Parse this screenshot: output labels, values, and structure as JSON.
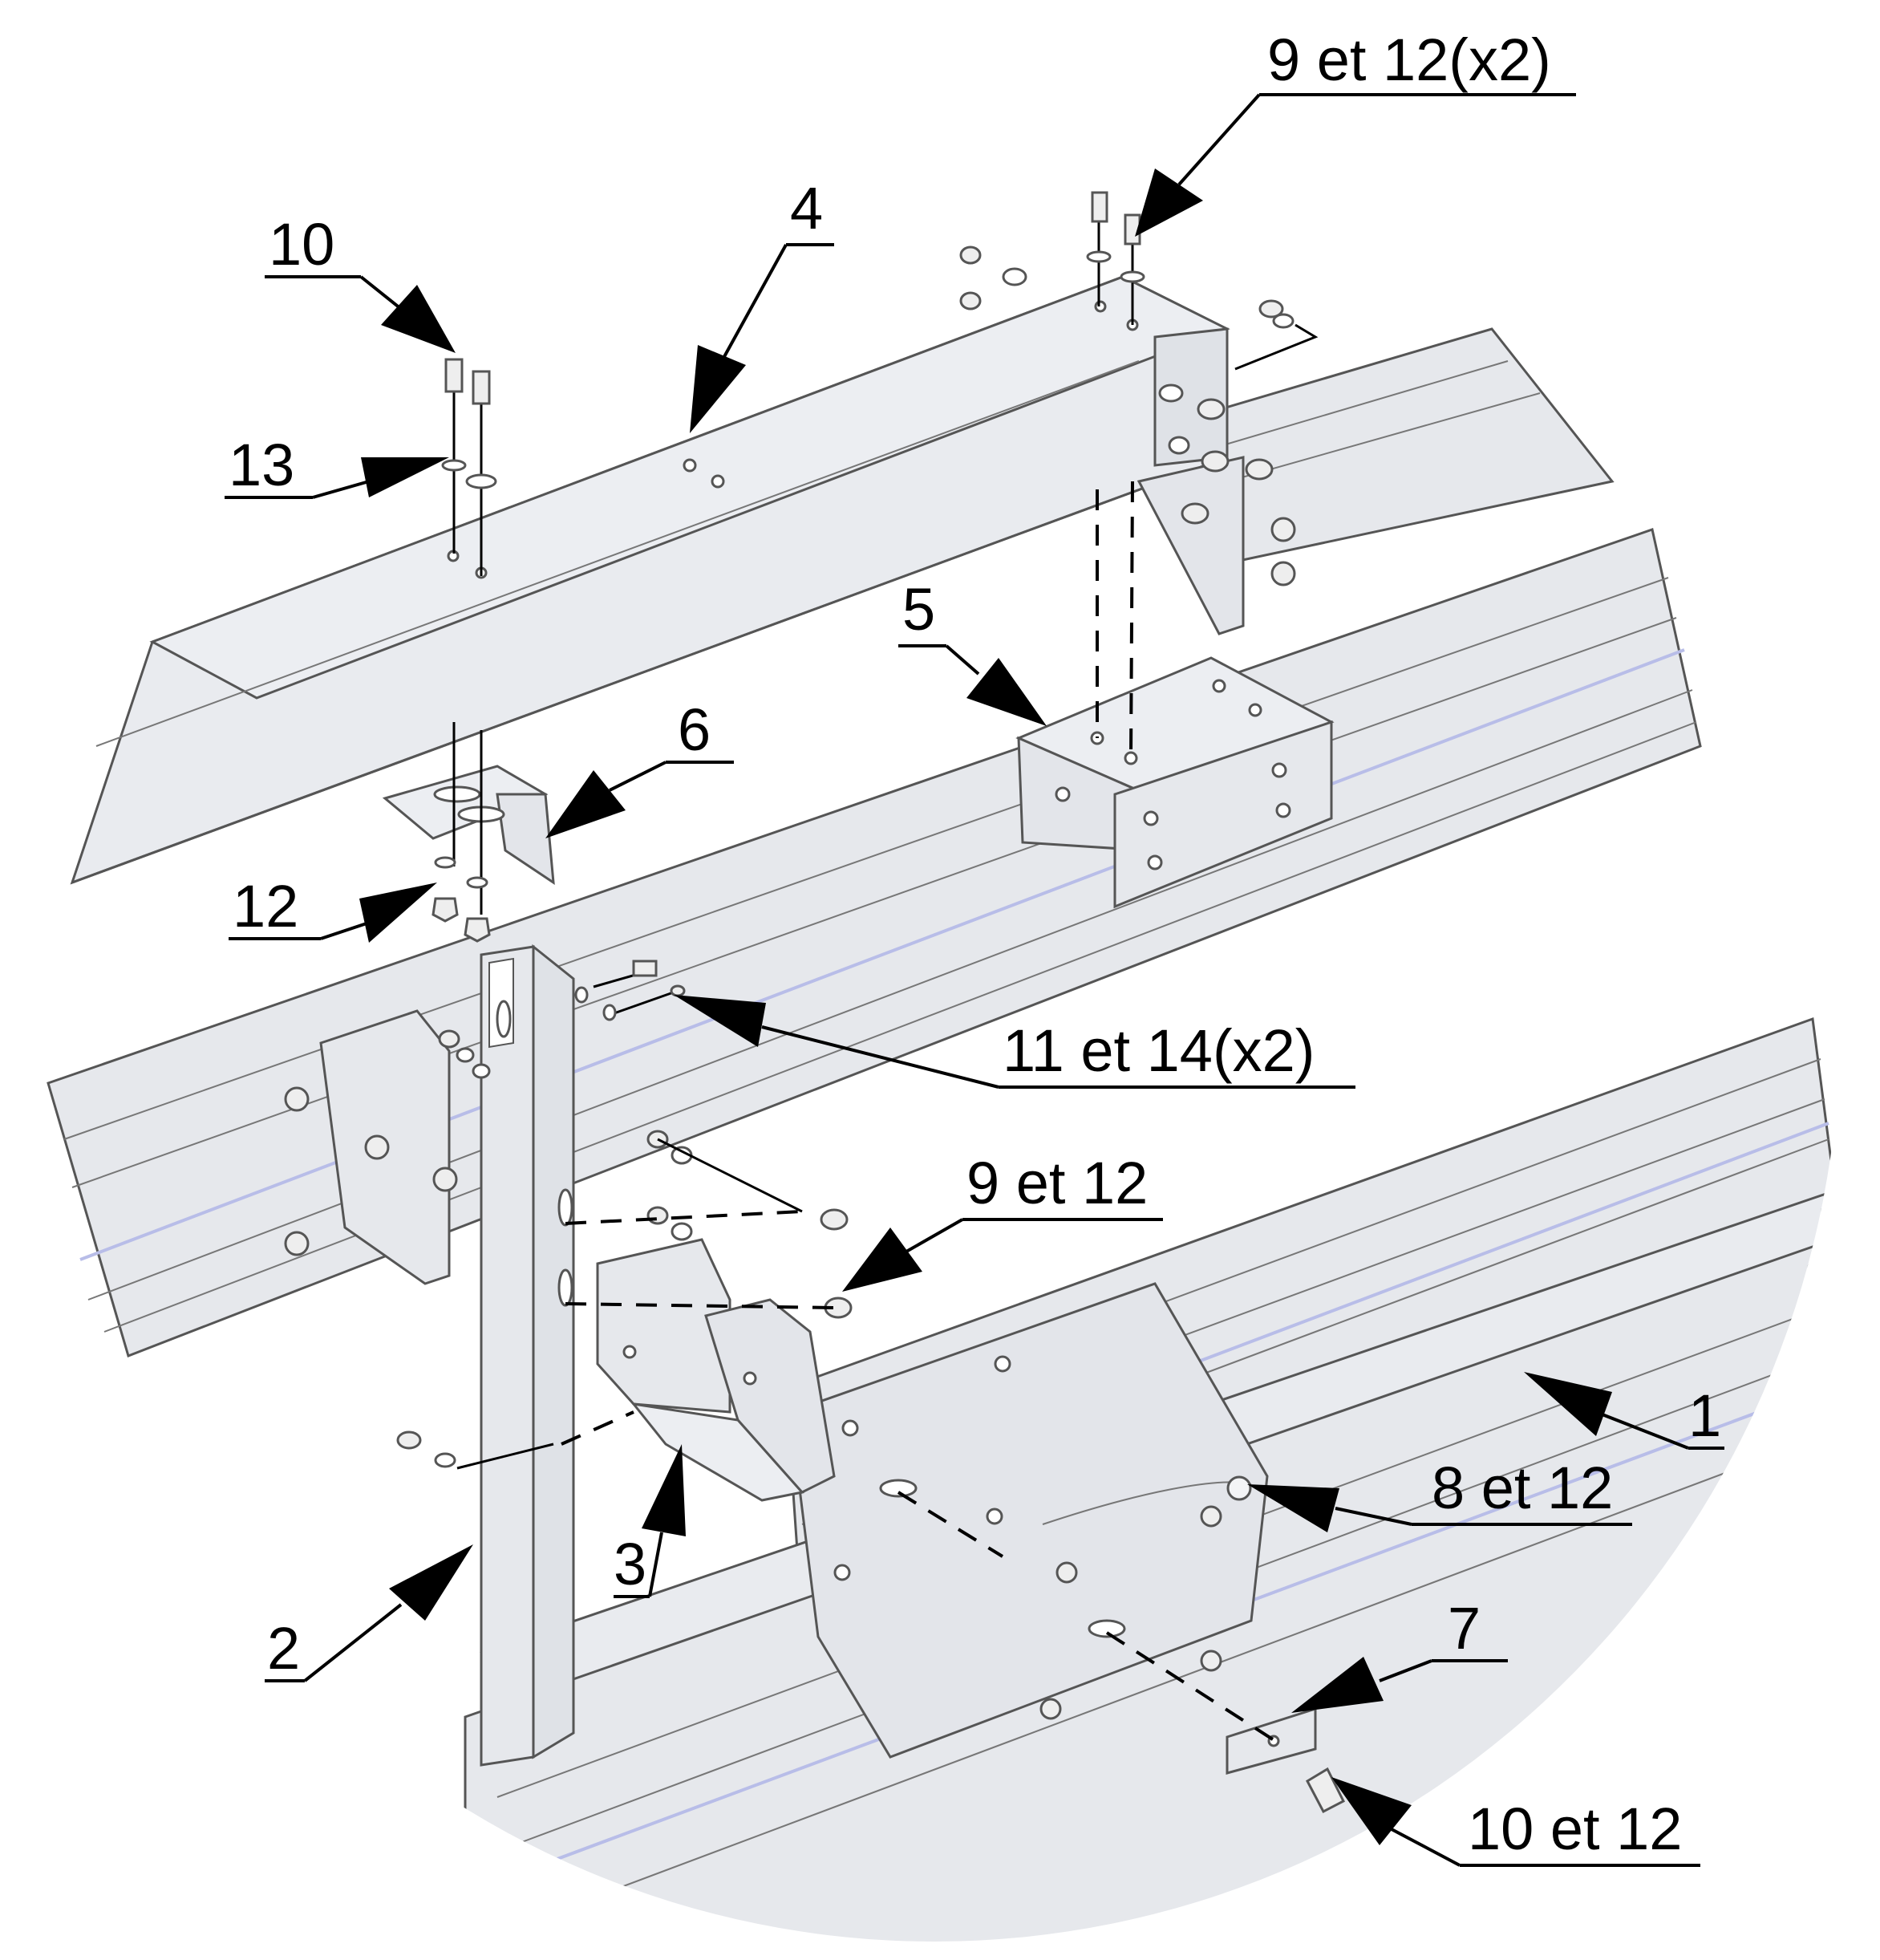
{
  "callouts": {
    "c1": "1",
    "c2": "2",
    "c3": "3",
    "c4": "4",
    "c5": "5",
    "c6": "6",
    "c7": "7",
    "c8": "8 et 12",
    "c9a": "9 et 12(x2)",
    "c9b": "9 et 12",
    "c10": "10",
    "c10b": "10 et 12",
    "c11": "11 et 14(x2)",
    "c12": "12",
    "c13": "13"
  },
  "colors": {
    "metal": "#e6e8ec",
    "metal_light": "#f3f4f6",
    "metal_dark": "#cfd2d8",
    "highlight": "#b8bde8",
    "ink": "#000000"
  }
}
